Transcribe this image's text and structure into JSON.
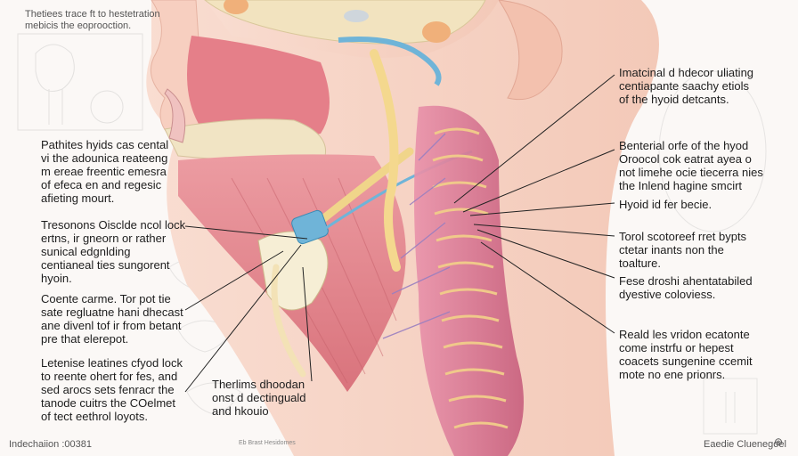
{
  "header": {
    "line1": "Thetiees trace ft to hestetration",
    "line2": "mebicis the eoprooction."
  },
  "labels_left": [
    {
      "text": "Pathites hyids cas cental\nvi the adounica reateeng\nm ereae freentic emesra\nof efeca en and regesic\nafieting mourt."
    },
    {
      "text": "Tresonons Oisclde ncol lock\nertns, ir gneorn or rather\nsunical edgnlding\ncentianeal ties sungorent\nhyoin."
    },
    {
      "text": "Coente carme. Tor pot tie\nsate regluatne hani dhecast\nane divenl tof ir from betant\npre that elerepot."
    },
    {
      "text": "Letenise leatines cfyod lock\nto reente ohert for fes, and\nsed arocs sets fenracr the\ntanode cuitrs the COelmet\nof tect eethrol loyots."
    }
  ],
  "label_center": {
    "text": "Therlims dhoodan\nonst d dectinguald\nand hkouio"
  },
  "labels_right": [
    {
      "text": "Imatcinal d hdecor uliating\ncentiapante saachy etiols\nof the hyoid detcants."
    },
    {
      "text": "Benterial orfe of the hyod\nOroocol cok eatrat ayea o\nnot limehe ocie tiecerra nies\nthe Inlend hagine smcirt"
    },
    {
      "text": "Hyoid id fer becie."
    },
    {
      "text": "Torol scotoreef rret bypts\nctetar inants non the\ntoalture."
    },
    {
      "text": "Fese droshi ahentatabiled\ndyestive coloviess."
    },
    {
      "text": "Reald les vridon ecatonte\ncome instrfu or hepest\ncoacets sungenine ccemit\nmote no ene prionrs."
    }
  ],
  "footer": {
    "left": "Indechaiion :00381",
    "center": "Eb Brast Hesidomes",
    "right": "Eaedie Cluenegoel"
  },
  "colors": {
    "skin": "#f6d5c7",
    "muscle": "#e48e95",
    "bone": "#f2e3bf",
    "nerve": "#6fb4d8",
    "spine": "#d97a94",
    "leader_line": "#222222"
  }
}
